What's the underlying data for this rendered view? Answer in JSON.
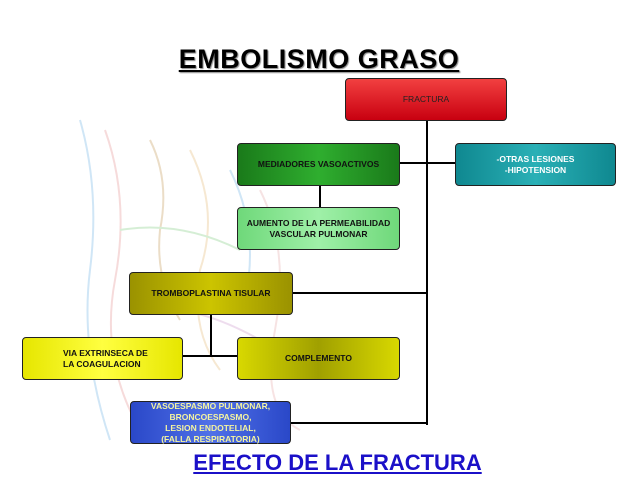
{
  "title": "EMBOLISMO GRASO",
  "footer": "EFECTO DE LA FRACTURA",
  "nodes": {
    "fractura": "FRACTURA",
    "mediadores": "MEDIADORES VASOACTIVOS",
    "otras": "-OTRAS LESIONES\n-HIPOTENSION",
    "permeabilidad": "AUMENTO DE LA PERMEABILIDAD\nVASCULAR PULMONAR",
    "tromboplastina": "TROMBOPLASTINA TISULAR",
    "via": "VIA EXTRINSECA DE\nLA COAGULACION",
    "complemento": "COMPLEMENTO",
    "vasoespasmo": "VASOESPASMO PULMONAR,\nBRONCOESPASMO,\nLESION ENDOTELIAL,\n(FALLA RESPIRATORIA)"
  },
  "colors": {
    "fractura": "#e0001a",
    "mediadores": "#1f8a1f",
    "otras": "#1a9aa0",
    "permeabilidad": "#7fe08a",
    "tromboplastina": "#b0a800",
    "via": "#f2f200",
    "complemento": "#e8e800",
    "vasoespasmo": "#3a58d8",
    "footer": "#1b10c8"
  }
}
